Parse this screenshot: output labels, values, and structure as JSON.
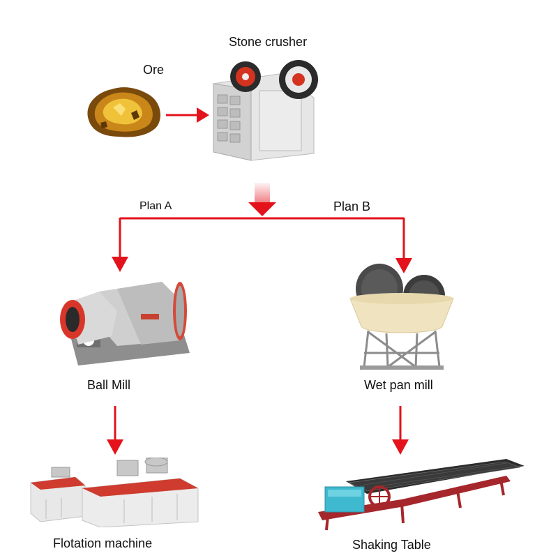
{
  "labels": {
    "stone_crusher": "Stone crusher",
    "ore": "Ore",
    "plan_a": "Plan A",
    "plan_b": "Plan B",
    "ball_mill": "Ball Mill",
    "wet_pan_mill": "Wet pan mill",
    "flotation_machine": "Flotation machine",
    "shaking_table": "Shaking Table"
  },
  "colors": {
    "arrow": "#e3121b",
    "machine_body": "#d8d8d8",
    "machine_accent": "#e0301e",
    "ore_gold": "#d89a1c",
    "pan_beige": "#efe3bf",
    "stone_dark": "#3c3c3c",
    "table_frame": "#a5262b",
    "motor_cyan": "#3fb9cf"
  },
  "icons": {
    "ore": "gold-ore-icon",
    "stone_crusher": "jaw-crusher-icon",
    "ball_mill": "ball-mill-icon",
    "wet_pan_mill": "wet-pan-mill-icon",
    "flotation_machine": "flotation-machine-icon",
    "shaking_table": "shaking-table-icon"
  }
}
